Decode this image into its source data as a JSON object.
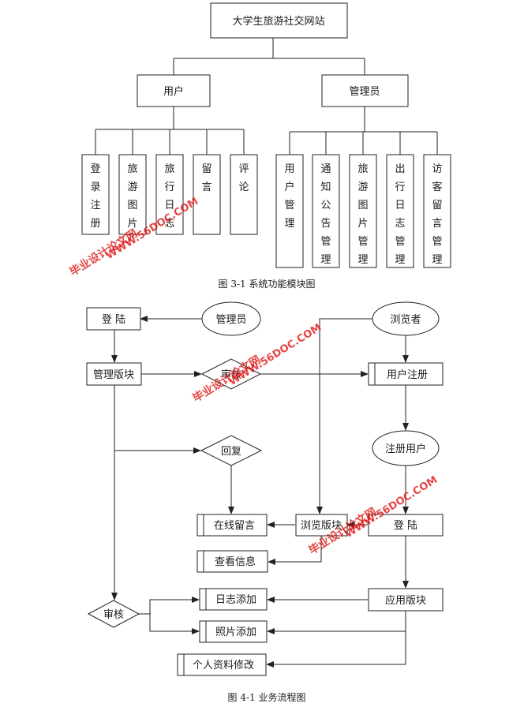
{
  "diagram1": {
    "root": "大学生旅游社交网站",
    "user": "用户",
    "admin": "管理员",
    "user_modules": [
      "登录注册",
      "旅游图片",
      "旅行日志",
      "留言",
      "评论"
    ],
    "admin_modules": [
      "用户管理",
      "通知公告管理",
      "旅游图片管理",
      "出行日志管理",
      "访客留言管理"
    ],
    "caption": "图 3-1  系统功能模块图"
  },
  "diagram2": {
    "admin": "管理员",
    "login_left": "登 陆",
    "admin_panel": "管理版块",
    "audit_top": "审核",
    "visitor": "浏览者",
    "user_register": "用户注册",
    "registered_user": "注册用户",
    "reply": "回复",
    "online_message": "在线留言",
    "browse_panel": "浏览版块",
    "login_right": "登 陆",
    "view_info": "查看信息",
    "app_panel": "应用版块",
    "audit_bottom": "审核",
    "log_add": "日志添加",
    "photo_add": "照片添加",
    "profile_edit": "个人资料修改",
    "caption": "图 4-1  业务流程图"
  },
  "watermarks": {
    "cn": "毕业设计论文网",
    "url": "WWW.56DOC.COM"
  }
}
